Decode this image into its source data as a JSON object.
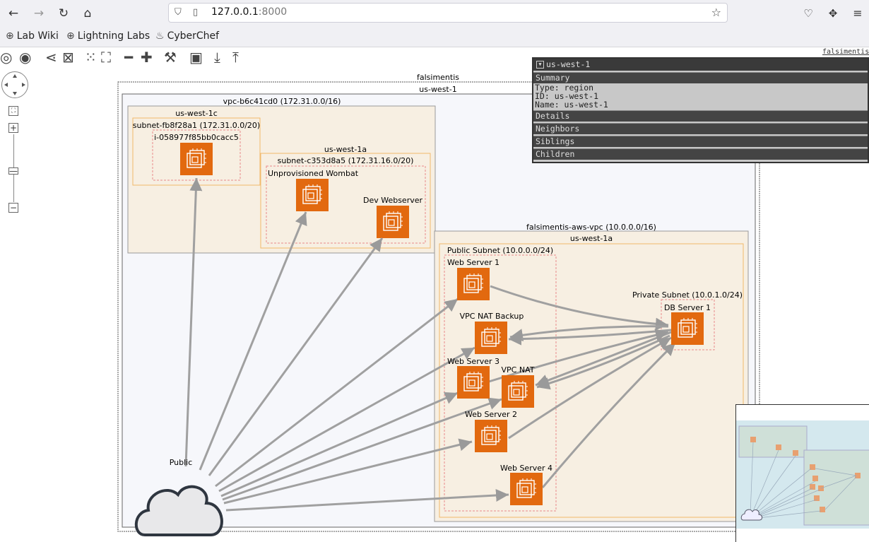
{
  "browser": {
    "url_host": "127.0.0.1",
    "url_port": ":8000",
    "bookmarks": [
      "Lab Wiki",
      "Lightning Labs",
      "CyberChef"
    ]
  },
  "app": {
    "title_link": "falsimentis"
  },
  "diagram": {
    "outer_label": "falsimentis",
    "region_label": "us-west-1",
    "vpc1": {
      "label": "vpc-b6c41cd0 (172.31.0.0/16)",
      "az1": "us-west-1c",
      "subnet1": "subnet-fb8f28a1 (172.31.0.0/20)",
      "instance1": "i-058977f85bb0cacc5",
      "az2": "us-west-1a",
      "subnet2": "subnet-c353d8a5 (172.31.16.0/20)",
      "node_wombat": "Unprovisioned Wombat",
      "node_dev": "Dev Webserver"
    },
    "vpc2": {
      "label": "falsimentis-aws-vpc (10.0.0.0/16)",
      "az": "us-west-1a",
      "public_subnet": "Public Subnet (10.0.0.0/24)",
      "private_subnet": "Private Subnet (10.0.1.0/24)",
      "nodes": {
        "web1": "Web Server 1",
        "natb": "VPC NAT Backup",
        "web3": "Web Server 3",
        "nat": "VPC NAT",
        "web2": "Web Server 2",
        "web4": "Web Server 4",
        "db1": "DB Server 1"
      }
    },
    "public_label": "Public",
    "colors": {
      "ec2": "#e2690f",
      "edge": "#a0a0a0",
      "vpc_fill": "#f7efe2",
      "region_fill": "#f6f7fb"
    }
  },
  "panel": {
    "title": "us-west-1",
    "summary_header": "Summary",
    "summary_lines": [
      "Type: region",
      "ID: us-west-1",
      "Name: us-west-1"
    ],
    "sections": [
      "Details",
      "Neighbors",
      "Siblings",
      "Children"
    ]
  }
}
